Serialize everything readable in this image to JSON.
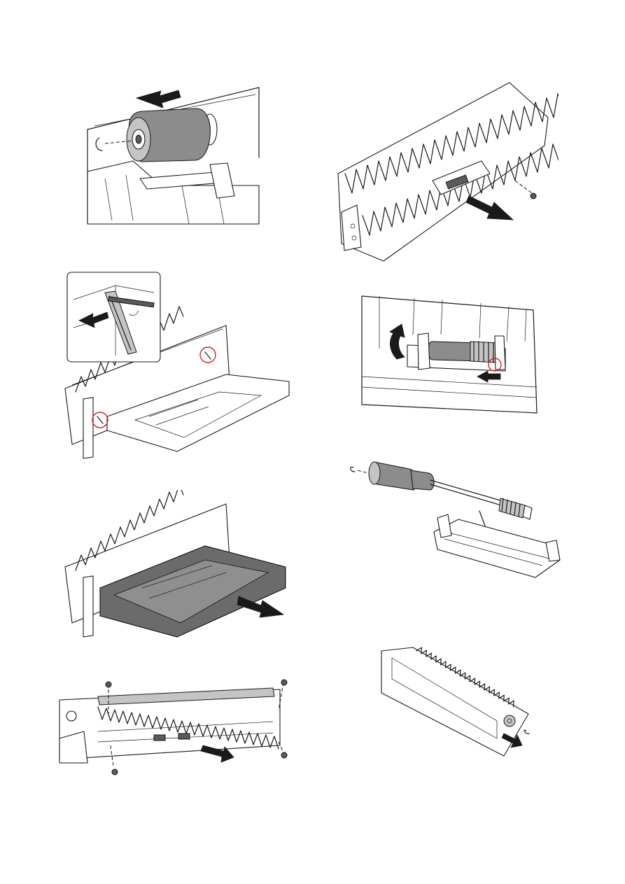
{
  "page": {
    "figures": [
      {
        "id": "fig-1",
        "depicts": "roller-removal"
      },
      {
        "id": "fig-2",
        "depicts": "tray-unit-hook-release"
      },
      {
        "id": "fig-3",
        "depicts": "tray-unit-removal"
      },
      {
        "id": "fig-4",
        "depicts": "unit-screws-removal"
      },
      {
        "id": "fig-5",
        "depicts": "guide-unit-pad-removal"
      },
      {
        "id": "fig-6",
        "depicts": "roller-holder-release"
      },
      {
        "id": "fig-7",
        "depicts": "roller-shaft-exploded"
      },
      {
        "id": "fig-8",
        "depicts": "transport-unit-removal"
      }
    ],
    "colors": {
      "line": "#1a1a1a",
      "roller": "#8c8c8c",
      "highlight": "#d82020",
      "background": "#ffffff"
    }
  }
}
